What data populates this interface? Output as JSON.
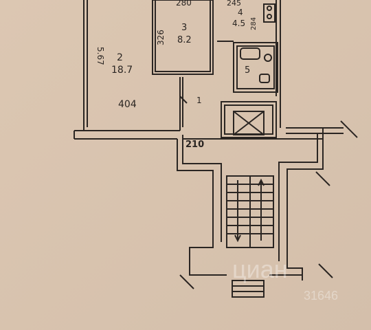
{
  "plan": {
    "labels": {
      "top_dim_room3": "280",
      "top_dim_room4": "245",
      "room4_number": "4",
      "room4_area": "4.5",
      "room4_side_dim": "284",
      "room3_side_dim": "326",
      "room3_number": "3",
      "room3_area": "8.2",
      "room2_side_dim": "5.67",
      "room2_number": "2",
      "room2_area": "18.7",
      "room2_width_dim": "404",
      "hall_number": "1",
      "bath_number": "5",
      "hall_width_dim": "210"
    },
    "watermark": {
      "brand": "циан",
      "code": "31646"
    },
    "colors": {
      "paper": "#d9c4b0",
      "ink": "#2a2522",
      "wall_fill": "#bfae9f"
    }
  }
}
